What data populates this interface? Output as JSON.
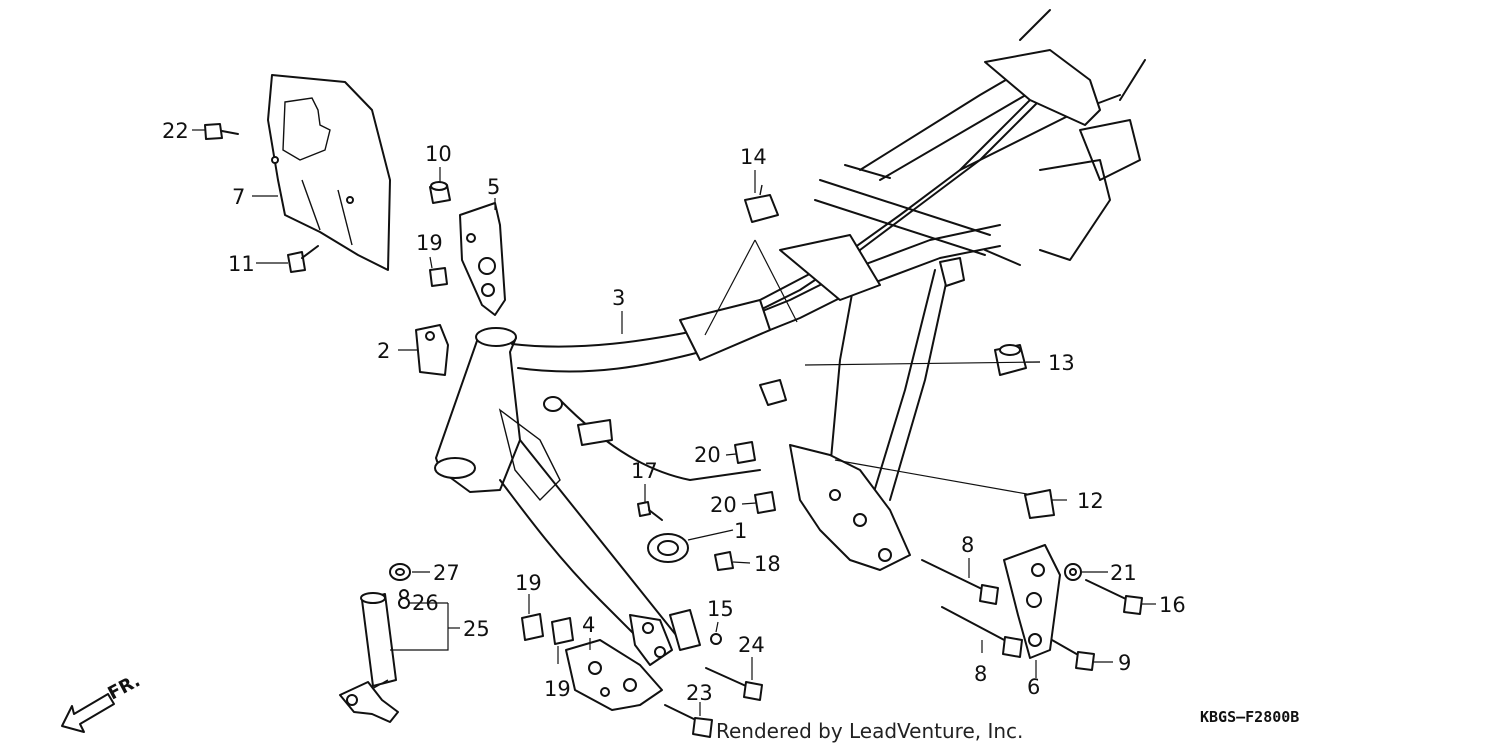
{
  "diagram": {
    "code": "KBGS–F2800B",
    "credit": "Rendered by LeadVenture, Inc.",
    "direction_label": "FR.",
    "callouts": {
      "c1": "1",
      "c2": "2",
      "c3": "3",
      "c4": "4",
      "c5": "5",
      "c6": "6",
      "c7": "7",
      "c8a": "8",
      "c8b": "8",
      "c9": "9",
      "c10": "10",
      "c11": "11",
      "c12": "12",
      "c13": "13",
      "c14": "14",
      "c15": "15",
      "c16": "16",
      "c17": "17",
      "c18": "18",
      "c19a": "19",
      "c19b": "19",
      "c19c": "19",
      "c20a": "20",
      "c20b": "20",
      "c21": "21",
      "c22": "22",
      "c23": "23",
      "c24": "24",
      "c25": "25",
      "c26": "26",
      "c27": "27"
    }
  }
}
